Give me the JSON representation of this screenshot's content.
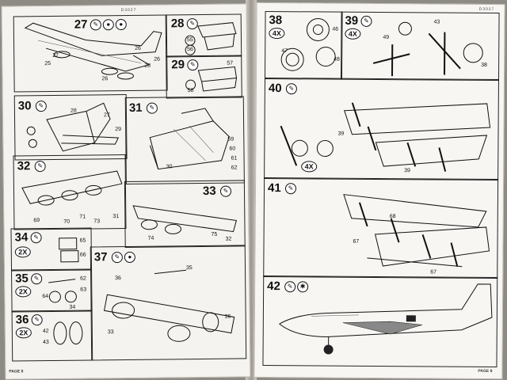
{
  "left_page": {
    "header_code": "D3027",
    "footer": "PAGE 8",
    "steps": [
      {
        "num": "27",
        "parts": [
          "25",
          "26",
          "27",
          "28",
          "26",
          "26"
        ]
      },
      {
        "num": "28",
        "parts": [
          "55",
          "56"
        ]
      },
      {
        "num": "29",
        "parts": [
          "57",
          "58"
        ]
      },
      {
        "num": "30",
        "parts": [
          "28",
          "27",
          "29"
        ]
      },
      {
        "num": "31",
        "parts": [
          "30",
          "59",
          "60",
          "61",
          "62"
        ]
      },
      {
        "num": "32",
        "parts": [
          "69",
          "70",
          "71",
          "73",
          "31"
        ]
      },
      {
        "num": "33",
        "parts": [
          "74",
          "75",
          "32"
        ]
      },
      {
        "num": "34",
        "mult": "2X",
        "parts": [
          "65",
          "66"
        ]
      },
      {
        "num": "35",
        "mult": "2X",
        "parts": [
          "62",
          "63",
          "64",
          "34"
        ]
      },
      {
        "num": "36",
        "mult": "2X",
        "parts": [
          "42",
          "43"
        ]
      },
      {
        "num": "37",
        "parts": [
          "35",
          "36",
          "36",
          "33"
        ]
      }
    ]
  },
  "right_page": {
    "header_code": "D3027",
    "footer": "PAGE 9",
    "steps": [
      {
        "num": "38",
        "mult": "4X",
        "parts": [
          "46",
          "47",
          "48"
        ]
      },
      {
        "num": "39",
        "mult": "4X",
        "parts": [
          "43",
          "49",
          "38"
        ]
      },
      {
        "num": "40",
        "mult": "4X",
        "parts": [
          "39",
          "39"
        ]
      },
      {
        "num": "41",
        "parts": [
          "67",
          "68",
          "67"
        ]
      },
      {
        "num": "42",
        "parts": []
      }
    ]
  },
  "icons": {
    "paint": "paint-circle-icon",
    "glue": "glue-tube-icon",
    "decal": "decal-icon"
  }
}
